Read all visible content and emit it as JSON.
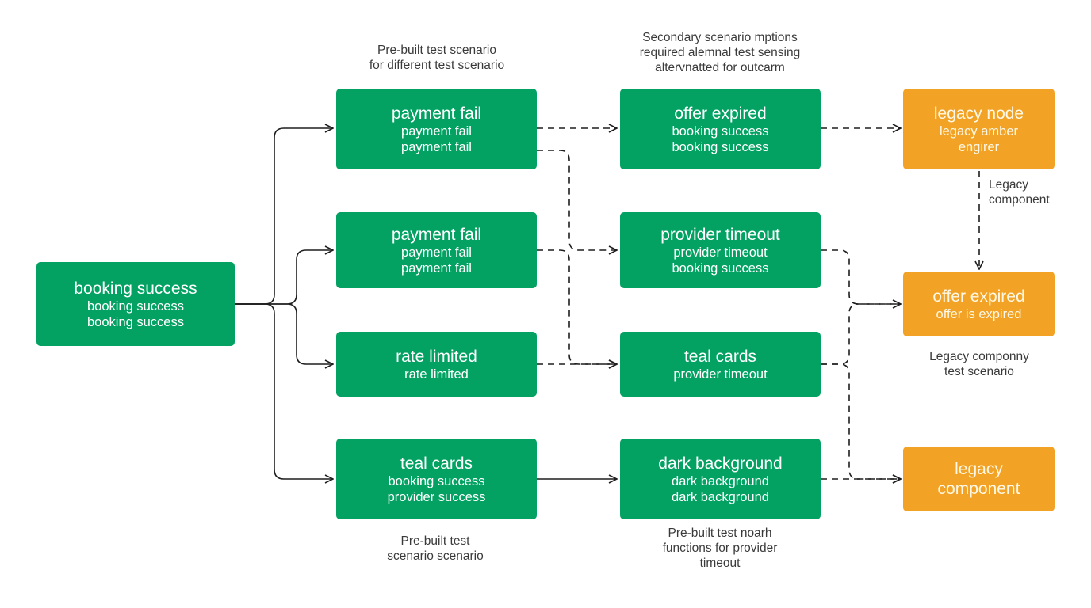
{
  "nodes": {
    "root": {
      "title": "booking success",
      "lines": [
        "booking success",
        "booking success"
      ]
    },
    "a1": {
      "title": "payment fail",
      "lines": [
        "payment fail",
        "payment fail"
      ]
    },
    "a2": {
      "title": "payment fail",
      "lines": [
        "payment fail",
        "payment fail"
      ]
    },
    "a3": {
      "title": "rate limited",
      "lines": [
        "rate limited"
      ]
    },
    "a4": {
      "title": "teal cards",
      "lines": [
        "booking success",
        "provider success"
      ]
    },
    "b1": {
      "title": "offer expired",
      "lines": [
        "booking success",
        "booking success"
      ]
    },
    "b2": {
      "title": "provider timeout",
      "lines": [
        "provider timeout",
        "booking success"
      ]
    },
    "b3": {
      "title": "teal cards",
      "lines": [
        "provider timeout"
      ]
    },
    "b4": {
      "title": "dark background",
      "lines": [
        "dark background",
        "dark background"
      ]
    },
    "c1": {
      "title": "legacy node",
      "lines": [
        "legacy amber",
        "engirer"
      ]
    },
    "c2": {
      "title": "offer expired",
      "lines": [
        "offer is expired"
      ]
    },
    "c3": {
      "title": "legacy",
      "lines": [
        "component"
      ]
    }
  },
  "notes": {
    "top_mid": [
      "Pre-built test scenario",
      "for different test scenario"
    ],
    "top_right": [
      "Secondary scenario mptions",
      "required alemnal test sensing",
      "altervnatted for outcarm"
    ],
    "legacy_edge": [
      "Legacy",
      "component"
    ],
    "legacy_test": [
      "Legacy componny",
      "test scenario"
    ],
    "bottom_mid": [
      "Pre-built test",
      "scenario scenario"
    ],
    "bottom_right": [
      "Pre-built test noarh",
      "functions for  provider",
      "timeout"
    ]
  },
  "colors": {
    "green": "#03a262",
    "amber": "#f2a325",
    "edge": "#1e1e1e"
  }
}
